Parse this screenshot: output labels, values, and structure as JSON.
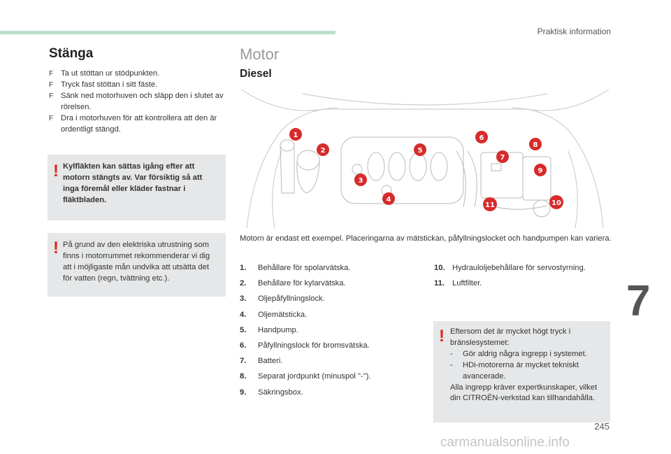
{
  "header": {
    "section": "Praktisk information",
    "chapter_number": "7",
    "page_number": "245",
    "watermark": "carmanualsonline.info"
  },
  "left": {
    "title": "Stänga",
    "bullet_mark": "F",
    "bullets": [
      "Ta ut stöttan ur stödpunkten.",
      "Tryck fast stöttan i sitt fäste.",
      "Sänk ned motorhuven och släpp den i slutet av rörelsen.",
      "Dra i motorhuven för att kontrollera att den är ordentligt stängd."
    ],
    "warning1": "Kylfläkten kan sättas igång efter att motorn stängts av. Var försiktig så att inga föremål eller kläder fastnar i fläktbladen.",
    "warning2": "På grund av den elektriska utrustning som finns i motorrummet rekommenderar vi dig att i möjligaste mån undvika att utsätta det för vatten (regn, tvättning etc.).",
    "warning_symbol": "!"
  },
  "right": {
    "title": "Motor",
    "subtitle": "Diesel",
    "markers": [
      "1",
      "2",
      "3",
      "4",
      "5",
      "6",
      "7",
      "8",
      "9",
      "10",
      "11"
    ],
    "caption": "Motorn är endast ett exempel. Placeringarna av mätstickan, påfyllningslocket och handpumpen kan variera.",
    "parts": [
      {
        "num": "1.",
        "label": "Behållare för spolarvätska."
      },
      {
        "num": "2.",
        "label": "Behållare för kylarvätska."
      },
      {
        "num": "3.",
        "label": "Oljepåfyllningslock."
      },
      {
        "num": "4.",
        "label": "Oljemätsticka."
      },
      {
        "num": "5.",
        "label": "Handpump."
      },
      {
        "num": "6.",
        "label": "Påfyllningslock för bromsvätska."
      },
      {
        "num": "7.",
        "label": "Batteri."
      },
      {
        "num": "8.",
        "label": "Separat jordpunkt (minuspol \"-\")."
      },
      {
        "num": "9.",
        "label": "Säkringsbox."
      },
      {
        "num": "10.",
        "label": "Hydrauloljebehållare för servostyrning."
      },
      {
        "num": "11.",
        "label": "Luftfilter."
      }
    ],
    "warning3": {
      "intro": "Eftersom det är mycket högt tryck i bränslesystemet:",
      "dash": "-",
      "items": [
        "Gör aldrig några ingrepp i systemet.",
        "HDi-motorerna är mycket tekniskt avancerade."
      ],
      "outro": "Alla ingrepp kräver expertkunskaper, vilket din CITROËN-verkstad kan tillhandahålla."
    }
  },
  "colors": {
    "accent_bar": "#b9e0cc",
    "marker_red": "#d62b2b",
    "warning_red": "#e2231a",
    "box_gray": "#e6e7e8"
  }
}
